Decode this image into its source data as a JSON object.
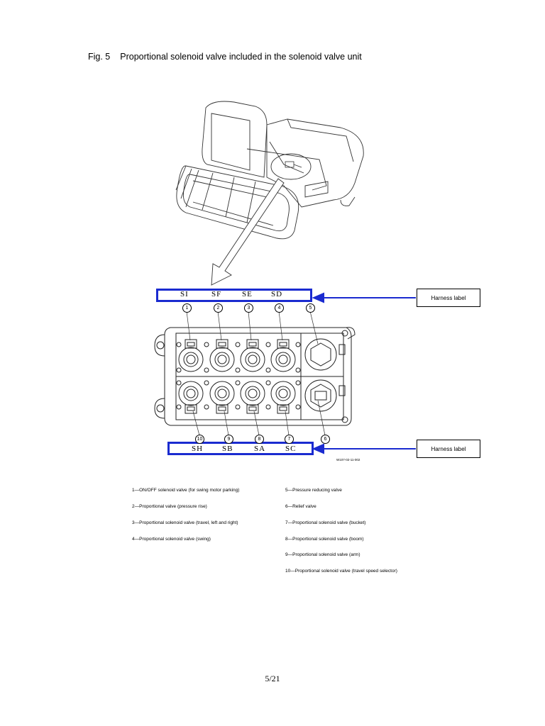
{
  "figure": {
    "number": "Fig. 5",
    "title": "Proportional solenoid valve included in the solenoid valve unit"
  },
  "harness_label_text": "Harness label",
  "top_codes": [
    "SI",
    "SF",
    "SE",
    "SD"
  ],
  "bottom_codes": [
    "SH",
    "SB",
    "SA",
    "SC"
  ],
  "top_numbers": [
    "1",
    "2",
    "3",
    "4",
    "5"
  ],
  "bottom_numbers": [
    "10",
    "9",
    "8",
    "7",
    "6"
  ],
  "drawing_ref": "W107-02-11-002",
  "legend_left": [
    "1—ON/OFF solenoid valve (for swing motor parking)",
    "2—Proportional valve (pressure rise)",
    "3—Proportional solenoid valve (travel, left and right)",
    "4—Proportional solenoid valve (swing)"
  ],
  "legend_right": [
    "5—Pressure reducing valve",
    "6—Relief valve",
    "7—Proportional solenoid valve (bucket)",
    "8—Proportional solenoid valve (boom)",
    "9—Proportional solenoid valve (arm)",
    "10—Proportional solenoid valve (travel speed selector)"
  ],
  "page_number": "5/21",
  "colors": {
    "highlight": "#1a2bd0"
  }
}
